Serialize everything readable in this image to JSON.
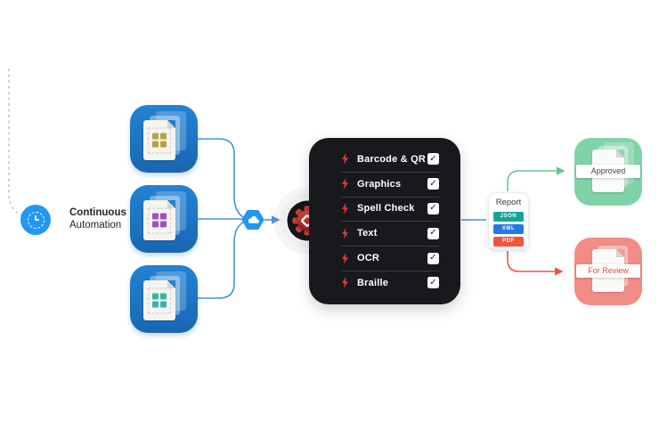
{
  "automation": {
    "line1": "Continuous",
    "line2": "Automation"
  },
  "tiles": [
    {
      "name": "document-batch-olive",
      "accent": "#b3a23f"
    },
    {
      "name": "document-batch-purple",
      "accent": "#9b4fc9"
    },
    {
      "name": "document-batch-teal",
      "accent": "#38b2a3"
    }
  ],
  "checks": {
    "check_glyph": "✓",
    "items": [
      {
        "label": "Barcode & QR",
        "checked": true
      },
      {
        "label": "Graphics",
        "checked": true
      },
      {
        "label": "Spell Check",
        "checked": true
      },
      {
        "label": "Text",
        "checked": true
      },
      {
        "label": "OCR",
        "checked": true
      },
      {
        "label": "Braille",
        "checked": true
      }
    ]
  },
  "report": {
    "title": "Report",
    "formats": [
      {
        "label": "JSON",
        "color": "#14a49c"
      },
      {
        "label": "XML",
        "color": "#2378e5"
      },
      {
        "label": "PDF",
        "color": "#f15540"
      }
    ]
  },
  "outputs": [
    {
      "label": "Approved",
      "card_color": "#80d3a6",
      "text_color": "#3f4347"
    },
    {
      "label": "For Review",
      "card_color": "#f28d86",
      "text_color": "#e0453e"
    }
  ],
  "colors": {
    "flow_line": "#4a90d9",
    "dashed_line": "#c9ced4",
    "approved_line": "#5fc98f",
    "review_line": "#e8554e",
    "panel_bg": "#17191d",
    "tile_blue": "#1e79c6",
    "node_blue": "#2196f3",
    "logo_red": "#c1272d"
  }
}
